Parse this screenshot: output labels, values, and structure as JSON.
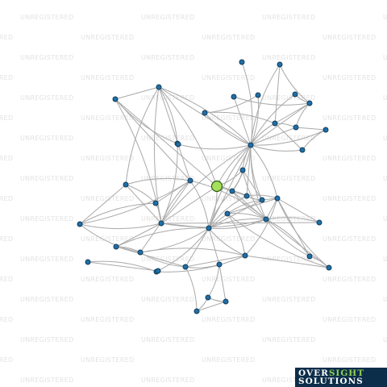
{
  "watermark_text": "UNREGISTERED",
  "logo": {
    "word1": "OVER",
    "word1_accent": "SIGHT",
    "word2": "SOLUTIONS"
  },
  "colors": {
    "background": "#ffffff",
    "edge": "#a9a9a9",
    "node": "#1f6fa8",
    "focus_node": "#a4e05a",
    "watermark": "#e3e3e3",
    "logo_bg": "#0d2e4a",
    "logo_accent": "#8fd14f"
  },
  "network": {
    "nodes": [
      {
        "id": "focus",
        "type": "focus"
      },
      {
        "id": "n1"
      },
      {
        "id": "n2"
      },
      {
        "id": "n3"
      },
      {
        "id": "n4"
      },
      {
        "id": "n5"
      },
      {
        "id": "n6"
      },
      {
        "id": "n7"
      },
      {
        "id": "n8"
      },
      {
        "id": "n9"
      },
      {
        "id": "n10"
      },
      {
        "id": "n11"
      },
      {
        "id": "n12"
      },
      {
        "id": "n13"
      },
      {
        "id": "n14"
      },
      {
        "id": "n15"
      },
      {
        "id": "n16"
      },
      {
        "id": "n17"
      },
      {
        "id": "n18"
      },
      {
        "id": "n19"
      },
      {
        "id": "n20"
      },
      {
        "id": "n21"
      },
      {
        "id": "n22"
      },
      {
        "id": "n23"
      },
      {
        "id": "n24"
      },
      {
        "id": "n25"
      },
      {
        "id": "n26"
      },
      {
        "id": "n27"
      },
      {
        "id": "n28"
      },
      {
        "id": "n29"
      },
      {
        "id": "n30"
      },
      {
        "id": "n31"
      },
      {
        "id": "n32"
      },
      {
        "id": "n33"
      },
      {
        "id": "n34"
      },
      {
        "id": "n35"
      },
      {
        "id": "n36"
      },
      {
        "id": "n37"
      },
      {
        "id": "n38"
      },
      {
        "id": "n39"
      },
      {
        "id": "n40"
      },
      {
        "id": "n41"
      },
      {
        "id": "n42"
      },
      {
        "id": "n43"
      }
    ],
    "edges": [
      [
        "focus",
        "n9"
      ],
      [
        "focus",
        "n10"
      ],
      [
        "focus",
        "n15"
      ],
      [
        "focus",
        "n16"
      ],
      [
        "focus",
        "n17"
      ],
      [
        "focus",
        "n8"
      ],
      [
        "focus",
        "n20"
      ],
      [
        "focus",
        "n24"
      ],
      [
        "n9",
        "n1"
      ],
      [
        "n9",
        "n2"
      ],
      [
        "n9",
        "n3"
      ],
      [
        "n9",
        "n4"
      ],
      [
        "n9",
        "n5"
      ],
      [
        "n9",
        "n6"
      ],
      [
        "n9",
        "n7"
      ],
      [
        "n9",
        "n11"
      ],
      [
        "n9",
        "n12"
      ],
      [
        "n9",
        "n13"
      ],
      [
        "n9",
        "n14"
      ],
      [
        "n9",
        "n8"
      ],
      [
        "n9",
        "n15"
      ],
      [
        "n9",
        "n16"
      ],
      [
        "n9",
        "n17"
      ],
      [
        "n9",
        "n18"
      ],
      [
        "n9",
        "n19"
      ],
      [
        "n9",
        "n20"
      ],
      [
        "n9",
        "n21"
      ],
      [
        "n6",
        "n5"
      ],
      [
        "n6",
        "n11"
      ],
      [
        "n6",
        "n12"
      ],
      [
        "n6",
        "n3"
      ],
      [
        "n7",
        "n12"
      ],
      [
        "n7",
        "n13"
      ],
      [
        "n11",
        "n12"
      ],
      [
        "n11",
        "n13"
      ],
      [
        "n11",
        "n14"
      ],
      [
        "n4",
        "n14"
      ],
      [
        "n2",
        "n11"
      ],
      [
        "n2",
        "n6"
      ],
      [
        "n15",
        "n16"
      ],
      [
        "n15",
        "n18"
      ],
      [
        "n15",
        "n21"
      ],
      [
        "n16",
        "n17"
      ],
      [
        "n16",
        "n21"
      ],
      [
        "n17",
        "n18"
      ],
      [
        "n17",
        "n19"
      ],
      [
        "n18",
        "n19"
      ],
      [
        "n21",
        "n22"
      ],
      [
        "n21",
        "n23"
      ],
      [
        "n21",
        "n19"
      ],
      [
        "n21",
        "n20"
      ],
      [
        "n21",
        "n34"
      ],
      [
        "n21",
        "n35"
      ],
      [
        "n21",
        "n26"
      ],
      [
        "n21",
        "n16"
      ],
      [
        "n19",
        "n34"
      ],
      [
        "n19",
        "n35"
      ],
      [
        "n19",
        "n36"
      ],
      [
        "n18",
        "n20"
      ],
      [
        "n18",
        "n22"
      ],
      [
        "n8",
        "n9"
      ],
      [
        "n8",
        "n10"
      ],
      [
        "n8",
        "n24"
      ],
      [
        "n8",
        "n25"
      ],
      [
        "n8",
        "n26"
      ],
      [
        "n8",
        "n27"
      ],
      [
        "n10",
        "n24"
      ],
      [
        "n10",
        "n26"
      ],
      [
        "n10",
        "n25"
      ],
      [
        "n20",
        "n16"
      ],
      [
        "n20",
        "n24"
      ],
      [
        "n20",
        "n26"
      ],
      [
        "n20",
        "n17"
      ],
      [
        "n20",
        "n22"
      ],
      [
        "n20",
        "n30"
      ],
      [
        "n20",
        "n31"
      ],
      [
        "n20",
        "n32"
      ],
      [
        "n20",
        "n36"
      ],
      [
        "n20",
        "n37"
      ],
      [
        "n20",
        "n33"
      ],
      [
        "n20",
        "n21"
      ],
      [
        "n20",
        "n9"
      ],
      [
        "n24",
        "n23"
      ],
      [
        "n24",
        "n25"
      ],
      [
        "n24",
        "n26"
      ],
      [
        "n24",
        "n27"
      ],
      [
        "n24",
        "n28"
      ],
      [
        "n24",
        "n29"
      ],
      [
        "n24",
        "n30"
      ],
      [
        "n24",
        "n21"
      ],
      [
        "n24",
        "n9"
      ],
      [
        "n26",
        "n28"
      ],
      [
        "n26",
        "n27"
      ],
      [
        "n26",
        "n29"
      ],
      [
        "n26",
        "n31"
      ],
      [
        "n28",
        "n27"
      ],
      [
        "n29",
        "n28"
      ],
      [
        "n29",
        "n27"
      ],
      [
        "n29",
        "n31"
      ],
      [
        "n30",
        "n31"
      ],
      [
        "n30",
        "n32"
      ],
      [
        "n31",
        "n32"
      ],
      [
        "n31",
        "n36"
      ],
      [
        "n32",
        "n36"
      ],
      [
        "n32",
        "n33"
      ],
      [
        "n33",
        "n40"
      ],
      [
        "n33",
        "n41"
      ],
      [
        "n40",
        "n41"
      ],
      [
        "n40",
        "n42"
      ],
      [
        "n41",
        "n42"
      ],
      [
        "n42",
        "n32"
      ],
      [
        "n36",
        "n37"
      ],
      [
        "n36",
        "n35"
      ],
      [
        "n37",
        "n38"
      ],
      [
        "n37",
        "n39"
      ],
      [
        "n38",
        "n39"
      ],
      [
        "n22",
        "n35"
      ],
      [
        "n22",
        "n36"
      ],
      [
        "n22",
        "n19"
      ],
      [
        "n35",
        "n34"
      ],
      [
        "n34",
        "n21"
      ],
      [
        "n23",
        "n19"
      ],
      [
        "n43",
        "n9"
      ]
    ]
  }
}
